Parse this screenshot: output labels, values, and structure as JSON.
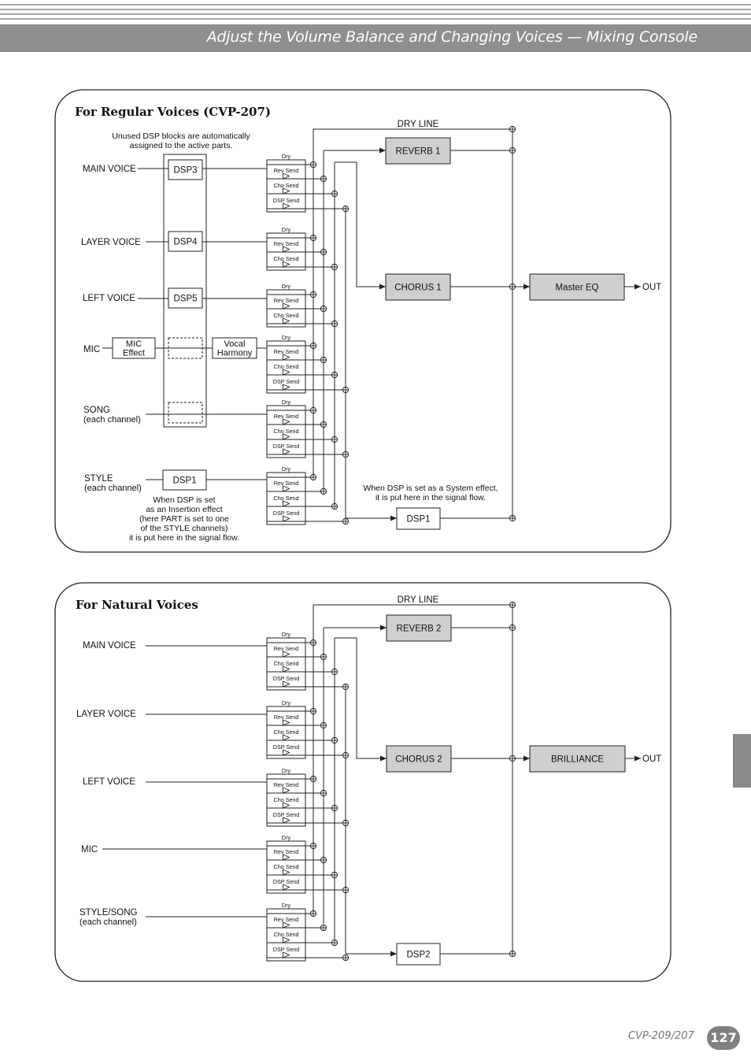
{
  "header": {
    "title": "Adjust the Volume Balance and Changing Voices — Mixing Console"
  },
  "footer": {
    "model": "CVP-209/207",
    "page_number": "127"
  },
  "regular": {
    "title": "For Regular Voices (CVP-207)",
    "dsp_note": [
      "Unused DSP blocks are automatically",
      "assigned to the active parts."
    ],
    "dry_line": "DRY LINE",
    "reverb": "REVERB 1",
    "chorus": "CHORUS 1",
    "final_block": "Master EQ",
    "out": "OUT",
    "dsp_out": "DSP1",
    "system_note": [
      "When DSP is set as a System effect,",
      "it is put here in the signal flow."
    ],
    "insertion_note": [
      "When DSP is set",
      "as an Insertion effect",
      "(here PART is set to one",
      "of the STYLE channels)",
      "it is put here in the signal flow."
    ],
    "dsp_blocks": [
      "DSP3",
      "DSP4",
      "DSP5"
    ],
    "mic_effect": [
      "MIC",
      "Effect"
    ],
    "vocal_harmony": [
      "Vocal",
      "Harmony"
    ],
    "style_dsp": "DSP1",
    "inputs": [
      {
        "label": [
          "MAIN VOICE"
        ],
        "sends": [
          "Dry",
          "Rev Send",
          "Cho Send",
          "DSP Send"
        ]
      },
      {
        "label": [
          "LAYER VOICE"
        ],
        "sends": [
          "Dry",
          "Rev Send",
          "Cho Send"
        ]
      },
      {
        "label": [
          "LEFT VOICE"
        ],
        "sends": [
          "Dry",
          "Rev Send",
          "Cho Send"
        ]
      },
      {
        "label": [
          "MIC"
        ],
        "sends": [
          "Dry",
          "Rev Send",
          "Cho Send",
          "DSP Send"
        ]
      },
      {
        "label": [
          "SONG",
          "(each channel)"
        ],
        "sends": [
          "Dry",
          "Rev Send",
          "Cho Send",
          "DSP Send"
        ]
      },
      {
        "label": [
          "STYLE",
          "(each channel)"
        ],
        "sends": [
          "Dry",
          "Rev Send",
          "Cho Send",
          "DSP Send"
        ]
      }
    ]
  },
  "natural": {
    "title": "For Natural Voices",
    "dry_line": "DRY LINE",
    "reverb": "REVERB 2",
    "chorus": "CHORUS 2",
    "final_block": "BRILLIANCE",
    "out": "OUT",
    "dsp_out": "DSP2",
    "inputs": [
      {
        "label": [
          "MAIN VOICE"
        ],
        "sends": [
          "Dry",
          "Rev Send",
          "Cho Send",
          "DSP Send"
        ]
      },
      {
        "label": [
          "LAYER VOICE"
        ],
        "sends": [
          "Dry",
          "Rev Send",
          "Cho Send",
          "DSP Send"
        ]
      },
      {
        "label": [
          "LEFT VOICE"
        ],
        "sends": [
          "Dry",
          "Rev Send",
          "Cho Send",
          "DSP Send"
        ]
      },
      {
        "label": [
          "MIC"
        ],
        "sends": [
          "Dry",
          "Rev Send",
          "Cho Send",
          "DSP Send"
        ]
      },
      {
        "label": [
          "STYLE/SONG",
          "(each channel)"
        ],
        "sends": [
          "Dry",
          "Rev Send",
          "Cho Send",
          "DSP Send"
        ]
      }
    ]
  },
  "colors": {
    "header_bar": "#8f8f8f",
    "block_fill": "#cfcfcf",
    "page_badge": "#808080"
  }
}
